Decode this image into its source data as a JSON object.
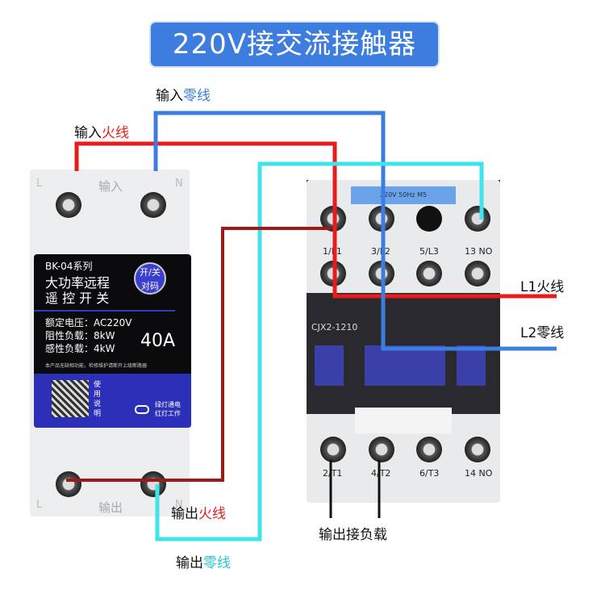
{
  "title": "220V接交流接触器",
  "labels": {
    "input_neutral": {
      "prefix": "输入",
      "colored": "零线"
    },
    "input_live": {
      "prefix": "输入",
      "colored": "火线"
    },
    "l1": "L1火线",
    "l2": "L2零线",
    "output_live": {
      "prefix": "输出",
      "colored": "火线"
    },
    "output_neutral": {
      "prefix": "输出",
      "colored": "零线"
    },
    "output_load": "输出接负载"
  },
  "breaker": {
    "top_L": "L",
    "top_label": "输入",
    "top_N": "N",
    "bottom_L": "L",
    "bottom_label": "输出",
    "bottom_N": "N",
    "series": "BK-04系列",
    "name_line1": "大功率远程",
    "name_line2": "遥 控 开 关",
    "badge": "开/关 对码",
    "specs": [
      "额定电压：AC220V",
      "阻性负载：8kW",
      "感性负载：4kW"
    ],
    "current": "40A",
    "warning": "本产品无缺相功能，检修维护请断开上级断路器",
    "manual": "使用说明",
    "indicator": "绿灯通电 红灯工作"
  },
  "contactor": {
    "coil_label": "220V 50Hz M5",
    "model": "CJX2-1210",
    "top_terminals": [
      "1/L1",
      "3/L2",
      "5/L3",
      "13 NO"
    ],
    "bottom_terminals": [
      "2/T1",
      "4/T2",
      "6/T3",
      "14 NO"
    ]
  },
  "colors": {
    "live": "#e81c1c",
    "neutral": "#3d7de0",
    "out_neutral": "#3fe3ea",
    "out_live": "#a01818"
  }
}
